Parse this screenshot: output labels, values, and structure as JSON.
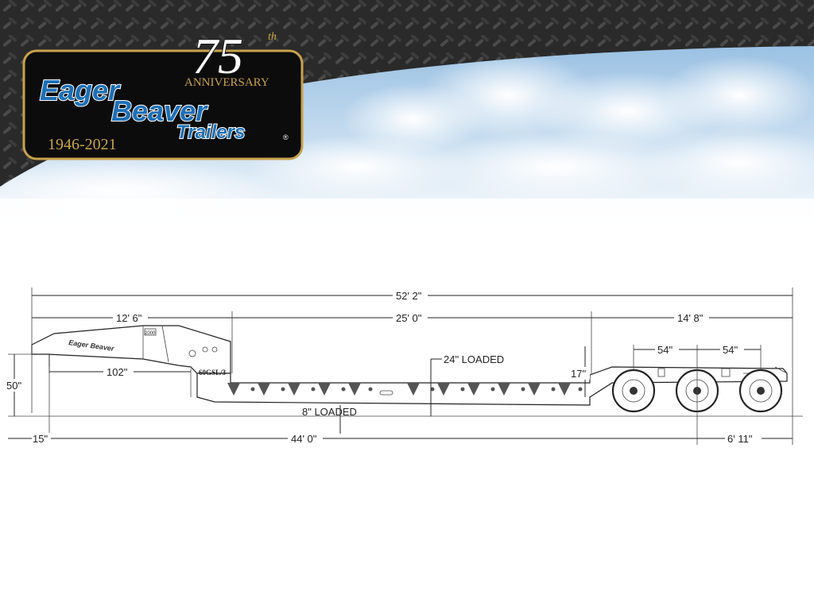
{
  "logo": {
    "anniversary_number": "75",
    "anniversary_suffix": "th",
    "anniversary_word": "ANNIVERSARY",
    "brand_line1": "Eager",
    "brand_line2": "Beaver",
    "brand_line3": "Trailers",
    "registered_mark": "®",
    "years": "1946-2021"
  },
  "trailer": {
    "nameplate_logo": "Eager Beaver",
    "model": "60GSL/3",
    "neck_plate": "2000"
  },
  "dimensions": {
    "overall_length": "52' 2\"",
    "gooseneck_length": "12' 6\"",
    "deck_length": "25' 0\"",
    "rear_length": "14' 8\"",
    "kingpin_setback": "102\"",
    "axle_spacing_1": "54\"",
    "axle_spacing_2": "54\"",
    "deck_height_loaded": "24\" LOADED",
    "ground_clearance_loaded": "8\" LOADED",
    "rear_deck_height": "17\"",
    "gooseneck_height": "50\"",
    "front_overhang": "15\"",
    "kingpin_to_axle": "44' 0\"",
    "rear_overhang": "6' 11\""
  },
  "colors": {
    "sky": "#9fc3e0",
    "diamond_plate": "#2b2b2b",
    "logo_blue": "#1d6fb5",
    "logo_gold": "#c9a34a"
  }
}
